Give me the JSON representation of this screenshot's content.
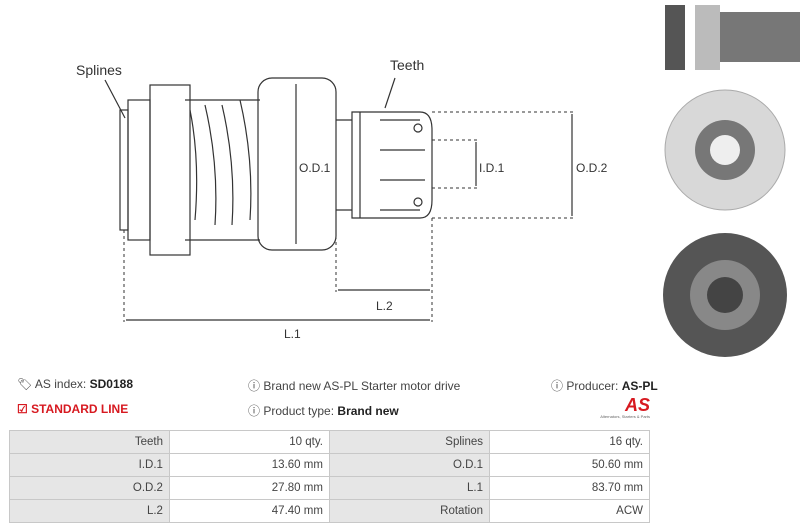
{
  "diagram": {
    "splines_label": "Splines",
    "teeth_label": "Teeth",
    "od1": "O.D.1",
    "od2": "O.D.2",
    "id1": "I.D.1",
    "l1": "L.1",
    "l2": "L.2"
  },
  "info": {
    "as_index_label": "AS index:",
    "as_index": "SD0188",
    "line": "STANDARD LINE",
    "description": "Brand new AS-PL Starter motor drive",
    "product_type_label": "Product type:",
    "product_type": "Brand new",
    "producer_label": "Producer:",
    "producer": "AS-PL",
    "logo_text": "AS",
    "logo_tagline": "Alternators, Starters & Parts"
  },
  "specs": [
    [
      "Teeth",
      "10 qty.",
      "Splines",
      "16 qty."
    ],
    [
      "I.D.1",
      "13.60 mm",
      "O.D.1",
      "50.60 mm"
    ],
    [
      "O.D.2",
      "27.80 mm",
      "L.1",
      "83.70 mm"
    ],
    [
      "L.2",
      "47.40 mm",
      "Rotation",
      "ACW"
    ]
  ],
  "colors": {
    "accent": "#d71920",
    "header_cell": "#e6e6e6"
  }
}
